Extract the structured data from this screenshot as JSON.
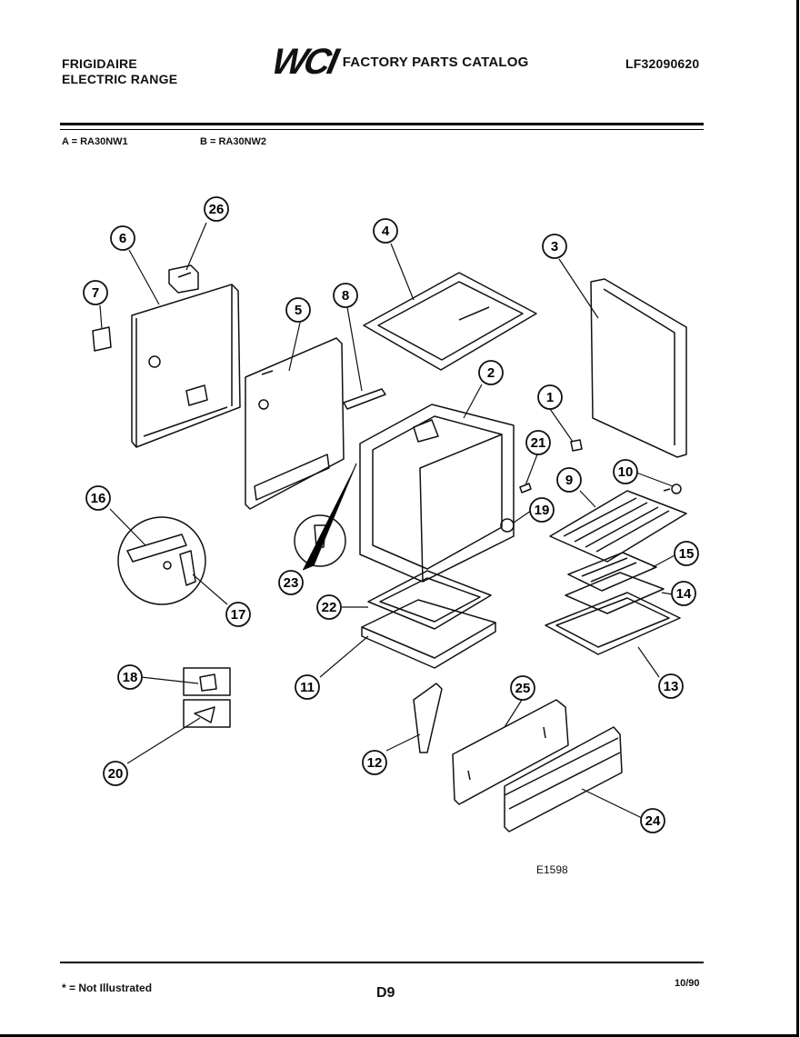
{
  "header": {
    "brand_line1": "FRIGIDAIRE",
    "brand_line2": "ELECTRIC RANGE",
    "logo": "WCI",
    "catalog_title": "FACTORY PARTS CATALOG",
    "catalog_code": "LF32090620"
  },
  "models": {
    "a": "A = RA30NW1",
    "b": "B = RA30NW2"
  },
  "callouts": [
    "26",
    "6",
    "7",
    "5",
    "8",
    "4",
    "3",
    "2",
    "1",
    "21",
    "10",
    "9",
    "19",
    "15",
    "14",
    "13",
    "16",
    "17",
    "23",
    "22",
    "11",
    "18",
    "20",
    "12",
    "25",
    "24"
  ],
  "image_code": "E1598",
  "footer": {
    "note": "* = Not Illustrated",
    "page": "D9",
    "date": "10/90"
  },
  "colors": {
    "ink": "#111111",
    "paper": "#ffffff"
  }
}
